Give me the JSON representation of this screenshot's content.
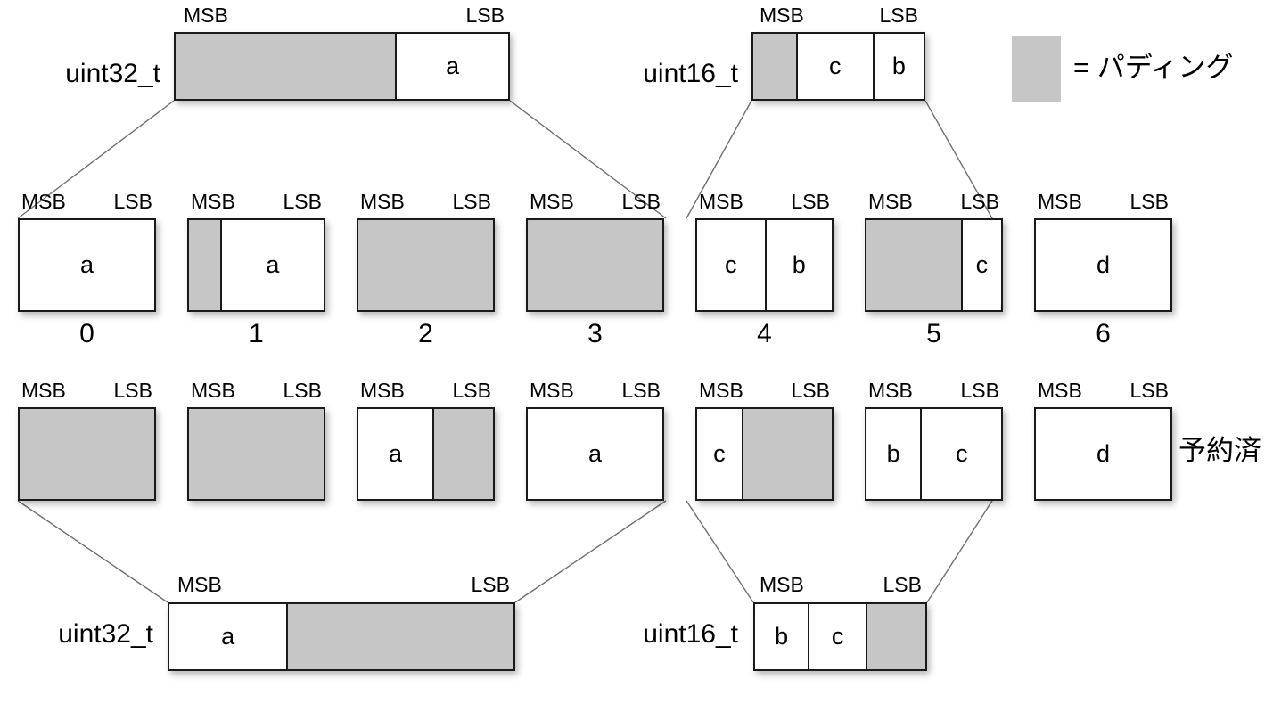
{
  "legend": {
    "swatch_color": "#c6c6c6",
    "text": "= パディング"
  },
  "side_note": "予約済",
  "labels": {
    "msb": "MSB",
    "lsb": "LSB"
  },
  "colors": {
    "padding": "#c6c6c6",
    "fill": "#ffffff",
    "border": "#1a1a1a",
    "connector": "#6f6f6f"
  },
  "top_row": {
    "uint32": {
      "type_label": "uint32_t",
      "msb": "MSB",
      "lsb": "LSB",
      "segments": [
        {
          "label": "",
          "kind": "padding",
          "width_pct": 66
        },
        {
          "label": "a",
          "kind": "data",
          "width_pct": 34
        }
      ]
    },
    "uint16": {
      "type_label": "uint16_t",
      "msb": "MSB",
      "lsb": "LSB",
      "segments": [
        {
          "label": "",
          "kind": "padding",
          "width_pct": 25
        },
        {
          "label": "c",
          "kind": "data",
          "width_pct": 45
        },
        {
          "label": "b",
          "kind": "data",
          "width_pct": 30
        }
      ]
    }
  },
  "byte_row_upper": {
    "bytes": [
      {
        "index": "0",
        "segments": [
          {
            "label": "a",
            "kind": "data",
            "width_pct": 100
          }
        ]
      },
      {
        "index": "1",
        "segments": [
          {
            "label": "",
            "kind": "padding",
            "width_pct": 23
          },
          {
            "label": "a",
            "kind": "data",
            "width_pct": 77
          }
        ]
      },
      {
        "index": "2",
        "segments": [
          {
            "label": "",
            "kind": "padding",
            "width_pct": 100
          }
        ]
      },
      {
        "index": "3",
        "segments": [
          {
            "label": "",
            "kind": "padding",
            "width_pct": 100
          }
        ]
      },
      {
        "index": "4",
        "segments": [
          {
            "label": "c",
            "kind": "data",
            "width_pct": 50
          },
          {
            "label": "b",
            "kind": "data",
            "width_pct": 50
          }
        ]
      },
      {
        "index": "5",
        "segments": [
          {
            "label": "",
            "kind": "padding",
            "width_pct": 70
          },
          {
            "label": "c",
            "kind": "data",
            "width_pct": 30
          }
        ]
      },
      {
        "index": "6",
        "segments": [
          {
            "label": "d",
            "kind": "data",
            "width_pct": 100
          }
        ]
      }
    ]
  },
  "byte_row_lower": {
    "bytes": [
      {
        "index": "",
        "segments": [
          {
            "label": "",
            "kind": "padding",
            "width_pct": 100
          }
        ]
      },
      {
        "index": "",
        "segments": [
          {
            "label": "",
            "kind": "padding",
            "width_pct": 100
          }
        ]
      },
      {
        "index": "",
        "segments": [
          {
            "label": "a",
            "kind": "data",
            "width_pct": 55
          },
          {
            "label": "",
            "kind": "padding",
            "width_pct": 45
          }
        ]
      },
      {
        "index": "",
        "segments": [
          {
            "label": "a",
            "kind": "data",
            "width_pct": 100
          }
        ]
      },
      {
        "index": "",
        "segments": [
          {
            "label": "c",
            "kind": "data",
            "width_pct": 33
          },
          {
            "label": "",
            "kind": "padding",
            "width_pct": 67
          }
        ]
      },
      {
        "index": "",
        "segments": [
          {
            "label": "b",
            "kind": "data",
            "width_pct": 40
          },
          {
            "label": "c",
            "kind": "data",
            "width_pct": 60
          }
        ]
      },
      {
        "index": "",
        "segments": [
          {
            "label": "d",
            "kind": "data",
            "width_pct": 100
          }
        ]
      }
    ]
  },
  "bottom_row": {
    "uint32": {
      "type_label": "uint32_t",
      "msb": "MSB",
      "lsb": "LSB",
      "segments": [
        {
          "label": "a",
          "kind": "data",
          "width_pct": 34
        },
        {
          "label": "",
          "kind": "padding",
          "width_pct": 66
        }
      ]
    },
    "uint16": {
      "type_label": "uint16_t",
      "msb": "MSB",
      "lsb": "LSB",
      "segments": [
        {
          "label": "b",
          "kind": "data",
          "width_pct": 31
        },
        {
          "label": "c",
          "kind": "data",
          "width_pct": 34
        },
        {
          "label": "",
          "kind": "padding",
          "width_pct": 35
        }
      ]
    }
  }
}
